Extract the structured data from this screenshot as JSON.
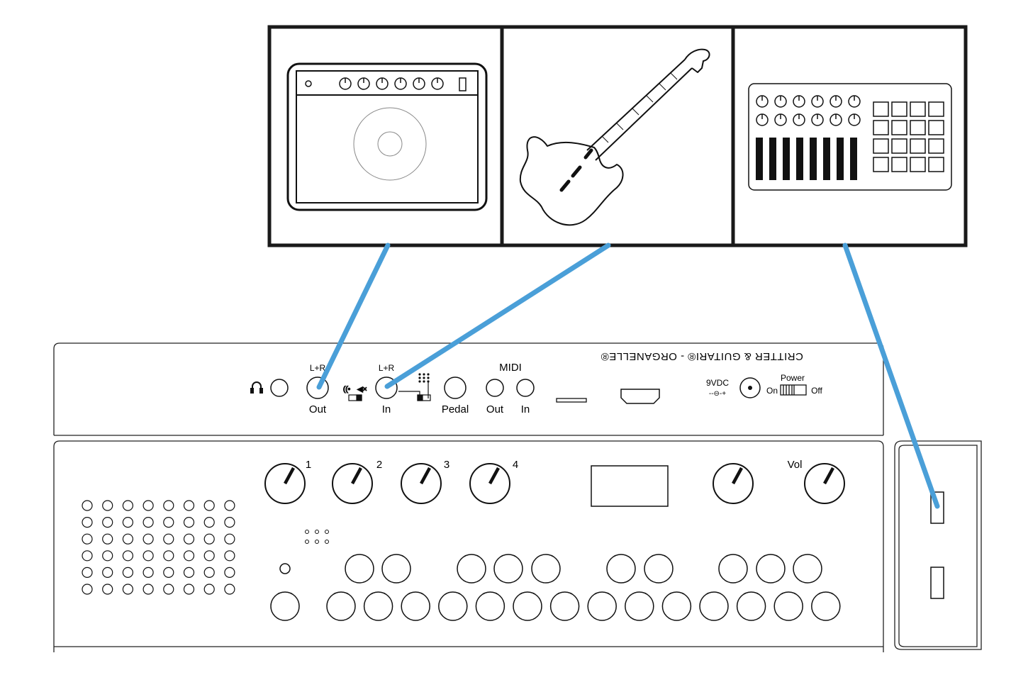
{
  "colors": {
    "cable": "#4a9fd8",
    "outline": "#000000",
    "background": "#ffffff"
  },
  "devices": [
    {
      "name": "amplifier",
      "icon": "amplifier-icon"
    },
    {
      "name": "electric guitar",
      "icon": "guitar-icon"
    },
    {
      "name": "usb controller",
      "icon": "midi-controller-icon"
    }
  ],
  "panel": {
    "brand": "CRITTER & GUITARI® - ORGANELLE®",
    "out": {
      "top": "L+R",
      "bottom": "Out"
    },
    "in": {
      "top": "L+R",
      "bottom": "In"
    },
    "pedal": "Pedal",
    "midi": {
      "title": "MIDI",
      "out": "Out",
      "in": "In"
    },
    "dc": "9VDC",
    "power": {
      "title": "Power",
      "on": "On",
      "off": "Off"
    }
  },
  "knobs": {
    "labels": [
      "1",
      "2",
      "3",
      "4",
      "Vol"
    ]
  }
}
